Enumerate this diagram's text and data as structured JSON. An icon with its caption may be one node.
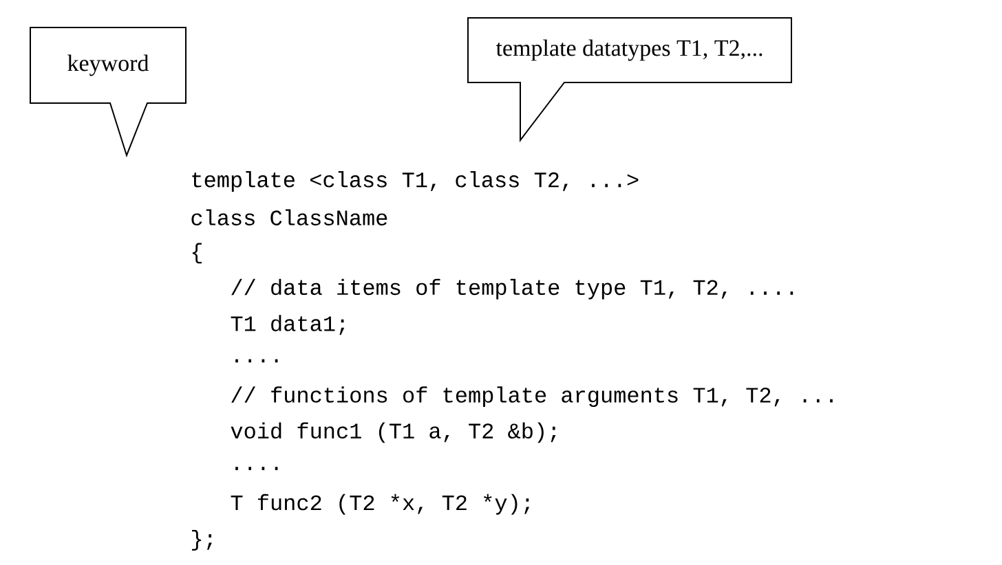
{
  "diagram": {
    "nodes": [
      {
        "text": [
          "keyword"
        ]
      },
      {
        "text": [
          "template datatypes T1, T2,..."
        ]
      }
    ],
    "edges": [],
    "labels": [
      "template <class T1, class T2, ...>",
      "class ClassName",
      "{",
      "// data items of template type T1, T2, ....",
      "T1 data1;",
      "....",
      "// functions of template arguments T1, T2, ...",
      "void func1 (T1 a, T2 &b);",
      "....",
      "T func2 (T2 *x, T2 *y);",
      "};"
    ]
  }
}
